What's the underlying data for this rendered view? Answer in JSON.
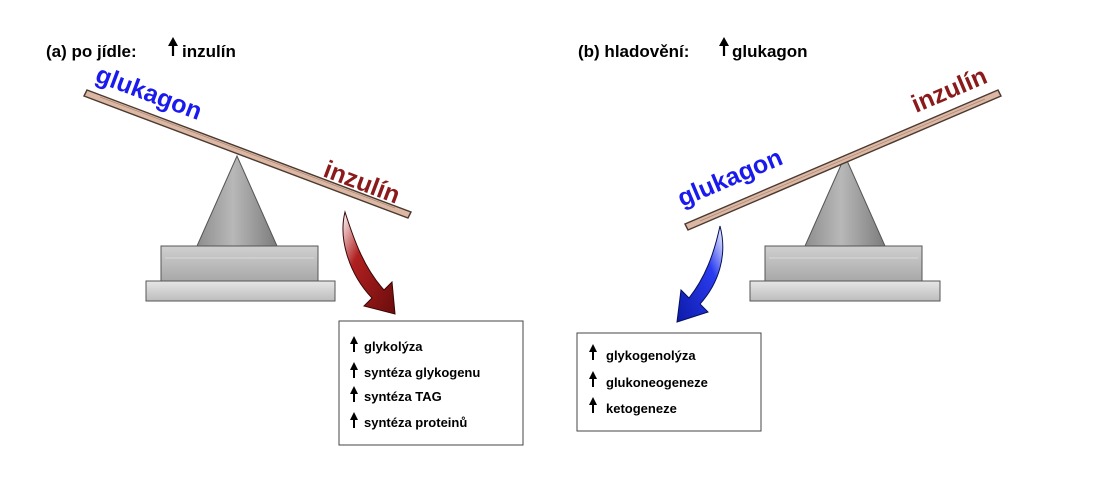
{
  "panel_a": {
    "title_prefix": "(a) po jídle:",
    "title_hormone": "inzulín",
    "left_label": "glukagon",
    "right_label": "inzulín",
    "effects": [
      "glykolýza",
      "syntéza glykogenu",
      "syntéza TAG",
      "syntéza proteinů"
    ]
  },
  "panel_b": {
    "title_prefix": "(b) hladovění:",
    "title_hormone": "glukagon",
    "left_label": "glukagon",
    "right_label": "inzulín",
    "effects": [
      "glykogenolýza",
      "glukoneogeneze",
      "ketogeneze"
    ]
  },
  "colors": {
    "glukagon": "#1a1aee",
    "inzulin": "#8b1a1a",
    "plank": "#dcb8a4",
    "plank_edge": "#4a3a30",
    "arrow_a": "#8b1212",
    "arrow_b": "#1d2ee0",
    "stand": "#c4c4c4"
  },
  "icons": {
    "increase": "up-arrow-icon"
  }
}
